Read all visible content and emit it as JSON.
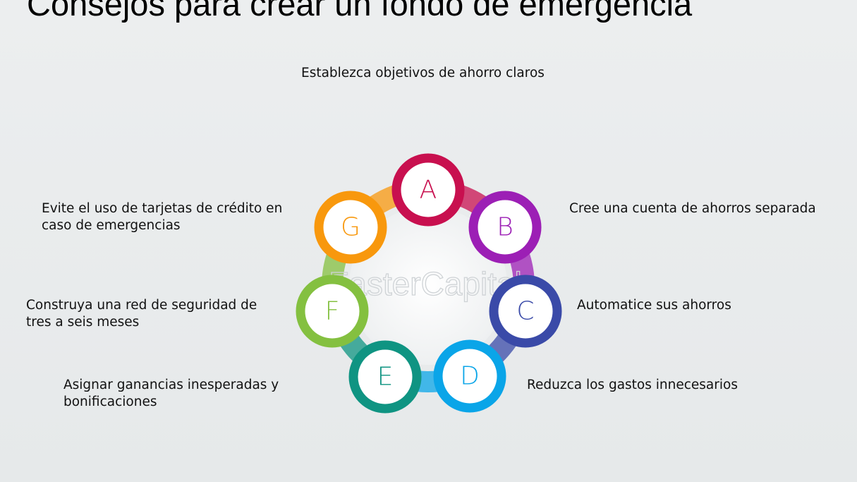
{
  "title": "Consejos para crear un fondo de emergencia",
  "watermark": "FasterCapital",
  "steps": [
    {
      "letter": "A",
      "text": "Establezca objetivos de ahorro claros",
      "color": "#c8104f"
    },
    {
      "letter": "B",
      "text": "Cree una cuenta de ahorros separada",
      "color": "#9c1fb5"
    },
    {
      "letter": "C",
      "text": "Automatice sus ahorros",
      "color": "#3a4aa8"
    },
    {
      "letter": "D",
      "text": "Reduzca los gastos innecesarios",
      "color": "#0aa5e8"
    },
    {
      "letter": "E",
      "text": "Asignar ganancias inesperadas y bonificaciones",
      "color": "#0f9482"
    },
    {
      "letter": "F",
      "text": "Construya una red de seguridad de tres a seis meses",
      "color": "#84c040"
    },
    {
      "letter": "G",
      "text": "Evite el uso de tarjetas de crédito en caso de emergencias",
      "color": "#f8980d"
    }
  ]
}
